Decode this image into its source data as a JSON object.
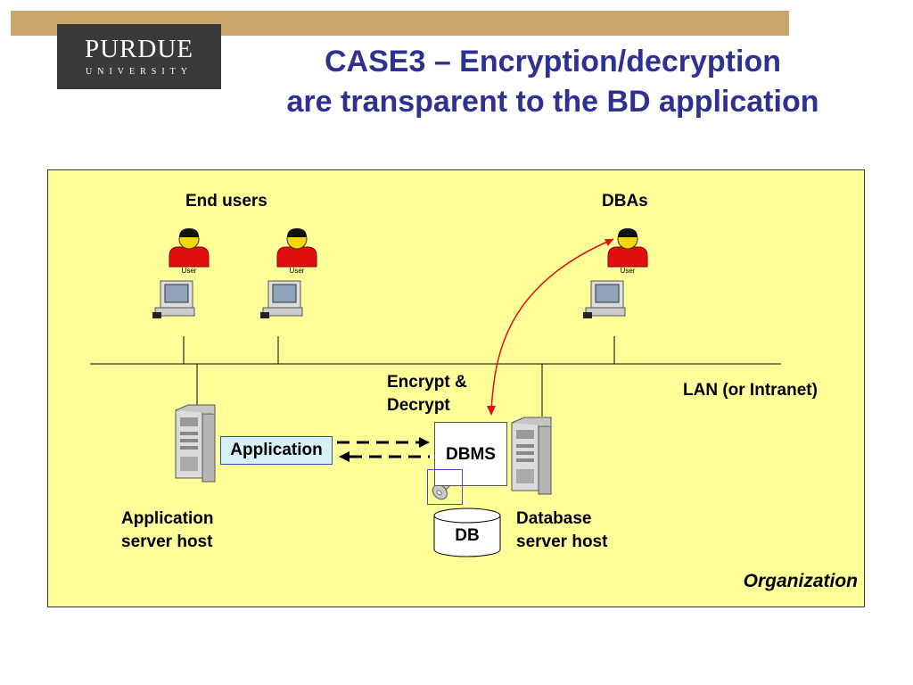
{
  "logo": {
    "main": "PURDUE",
    "sub": "UNIVERSITY"
  },
  "title": {
    "line1": "CASE3 – Encryption/decryption",
    "line2": "are transparent to the BD application"
  },
  "labels": {
    "end_users": "End users",
    "dbas": "DBAs",
    "user_caption": "User",
    "encrypt_line1": "Encrypt &",
    "encrypt_line2": "Decrypt",
    "lan": "LAN (or Intranet)",
    "application": "Application",
    "dbms": "DBMS",
    "db": "DB",
    "app_host_line1": "Application",
    "app_host_line2": "server host",
    "db_host_line1": "Database",
    "db_host_line2": "server host",
    "organization": "Organization"
  },
  "colors": {
    "accent": "#c9a66b",
    "title": "#2e3192",
    "org_bg": "#ffff99",
    "user_red": "#e01010",
    "arrow_red": "#e01010",
    "app_box": "#d7f2f4"
  },
  "icons": [
    "user-icon",
    "computer-icon",
    "server-icon",
    "key-icon",
    "database-cylinder-icon"
  ]
}
